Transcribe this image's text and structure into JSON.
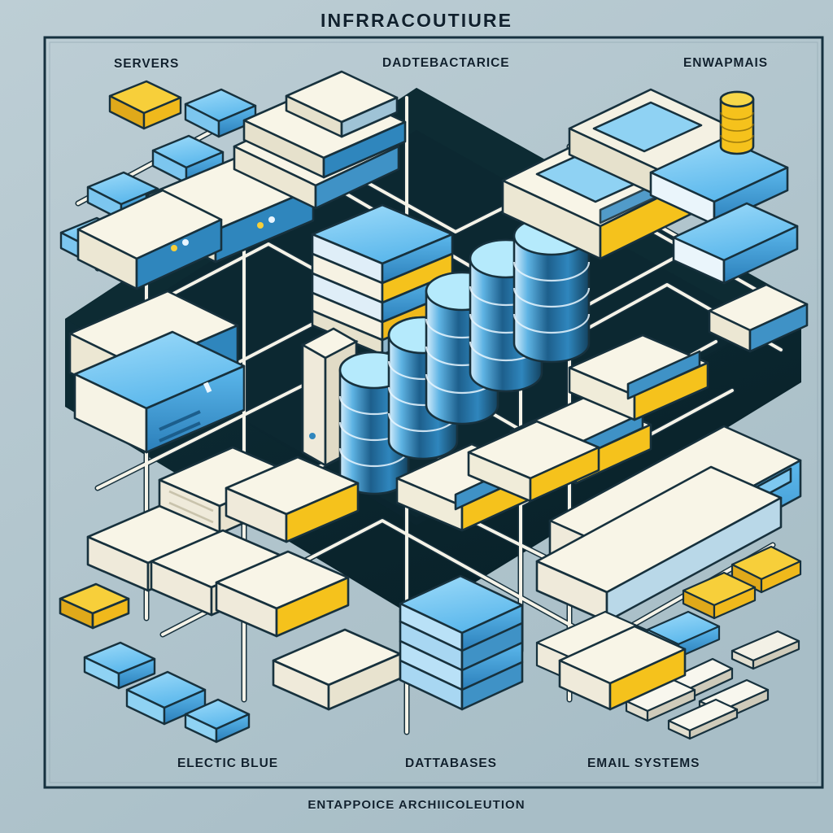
{
  "diagram": {
    "title": "INFRRACOUTIURE",
    "caption": "ENTAPPOICE ARCHIICOLEUTION",
    "background_color": "#b5c8d0",
    "border_color": "#16313f",
    "floor_color": "#0d2b33",
    "accent_blue": "#5cb8ec",
    "accent_yellow": "#f5c21c",
    "accent_cream": "#f7f4e6"
  },
  "labels": {
    "top": [
      {
        "id": "servers",
        "text": "SERVERS"
      },
      {
        "id": "databases_top",
        "text": "DADTEBACTARICE"
      },
      {
        "id": "email_top",
        "text": "ENWAPMAIS"
      }
    ],
    "bottom": [
      {
        "id": "electric_blue",
        "text": "ELECTIC BLUE"
      },
      {
        "id": "databases_bottom",
        "text": "DATTABASES"
      },
      {
        "id": "email_systems",
        "text": "EMAIL SYSTEMS"
      }
    ]
  }
}
